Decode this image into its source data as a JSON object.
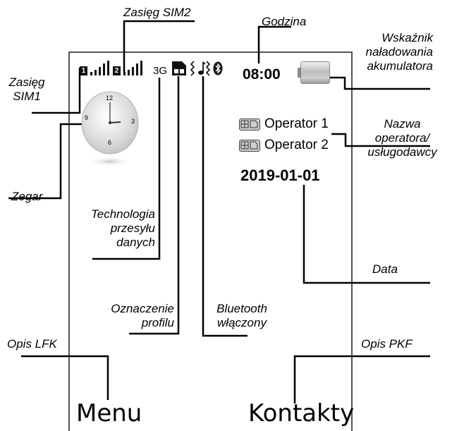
{
  "labels": {
    "sim2_signal": "Zasięg SIM2",
    "sim1_signal_line1": "Zasięg",
    "sim1_signal_line2": "SIM1",
    "time": "Godzina",
    "battery_line1": "Wskaźnik",
    "battery_line2": "naładowania",
    "battery_line3": "akumulatora",
    "operator_line1": "Nazwa",
    "operator_line2": "operatora/",
    "operator_line3": "usługodawcy",
    "clock": "Zegar",
    "data_tech_line1": "Technologia",
    "data_tech_line2": "przesyłu",
    "data_tech_line3": "danych",
    "date": "Data",
    "profile_line1": "Oznaczenie",
    "profile_line2": "profilu",
    "bluetooth_line1": "Bluetooth",
    "bluetooth_line2": "włączony",
    "lsk": "Opis LFK",
    "rsk": "Opis PKF"
  },
  "screen": {
    "status": {
      "sim1_badge": "1",
      "sim2_badge": "2",
      "network_type": "3G",
      "time": "08:00"
    },
    "clock_face": {
      "n12": "12",
      "n3": "3",
      "n6": "6",
      "n9": "9"
    },
    "operators": [
      "Operator 1",
      "Operator 2"
    ],
    "date": "2019-01-01",
    "softkeys": {
      "left": "Menu",
      "right": "Kontakty"
    }
  }
}
